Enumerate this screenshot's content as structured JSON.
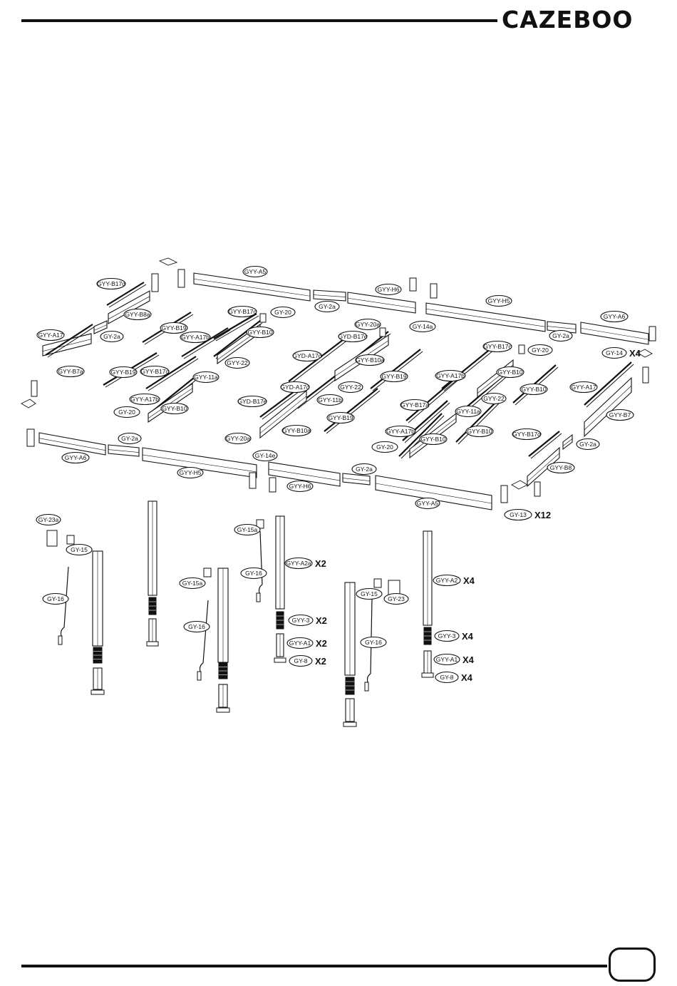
{
  "brand": "CAZEBOO",
  "page_number": "",
  "labels": {
    "GYY-B17d": "GYY-B17d",
    "GYY-A5": "GYY-A5",
    "GY-2a_top": "GY-2a",
    "GYY-H6_top": "GYY-H6",
    "GYY-H5_top": "GYY-H5",
    "GYY-A6_top": "GYY-A6",
    "GY-14a": "GY-14a",
    "GYY-B8a": "GYY-B8a",
    "GY-2a_left": "GY-2a",
    "GYY-B17c_a": "GYY-B17c",
    "GY-20_a": "GY-20",
    "GYY-B19_a": "GYY-B19",
    "GYY-A17b_a": "GYY-A17b",
    "GYY-B10_a": "GYY-B10",
    "GYY-A17_left": "GYY-A17",
    "GY-2a_r2": "GY-2a",
    "GY-20_r": "GY-20",
    "GY-14": "GY-14",
    "GYY-20a": "GYY-20a",
    "GYD-B17e": "GYD-B17e",
    "GYD-A17d_a": "GYD-A17d",
    "GYY-B10a_a": "GYY-B10a",
    "GYY-B17c_r": "GYY-B17c",
    "GYY-B7a": "GYY-B7a",
    "GYY-B19_b": "GYY-B19",
    "GYY-B17c_b": "GYY-B17c",
    "GYY-11a_a": "GYY-11a",
    "GYY-22_a": "GYY-22",
    "GYY-B19_c": "GYY-B19",
    "GYY-A17b_r": "GYY-A17b",
    "GYY-B10_r": "GYY-B10",
    "GYY-A17_right": "GYY-A17",
    "GYY-A17b_b": "GYY-A17b",
    "GYY-B10_b": "GYY-B10",
    "GYD-B17e_b": "GYD-B17e",
    "GYD-A17d_b": "GYD-A17d",
    "GYY-11b": "GYY-11b",
    "GYY-22_b": "GYY-22",
    "GYY-22_c": "GYY-22",
    "GYY-B10_c": "GYY-B10",
    "GY-20_b": "GY-20",
    "GYY-B19_d": "GYY-B19",
    "GYY-B17a": "GYY-B17a",
    "GYY-11a_b": "GYY-11a",
    "GYY-B7": "GYY-B7",
    "GYY-B10a_b": "GYY-B10a",
    "GYY-A17b_c": "GYY-A17b",
    "GYY-B10_d": "GYY-B10",
    "GYY-B10_e": "GYY-B10",
    "GYY-B17d_b": "GYY-B17d",
    "GY-2a_bl": "GY-2a",
    "GYY-20a_b": "GYY-20a",
    "GY-20_c": "GY-20",
    "GY-2a_br": "GY-2a",
    "GYY-A6_b": "GYY-A6",
    "GY-14e": "GY-14e",
    "GYY-B8": "GYY-B8",
    "GYY-H5_b": "GYY-H5",
    "GY-2a_mid": "GY-2a",
    "GYY-H6_b": "GYY-H6",
    "GYY-A5_b": "GYY-A5",
    "GY-13": "GY-13",
    "GY-23a": "GY-23a",
    "GY-15_a": "GY-15",
    "GY-16_a": "GY-16",
    "GY-15a_a": "GY-15a",
    "GY-16_b": "GY-16",
    "GY-15a_b": "GY-15a",
    "GY-16_c": "GY-16",
    "GYY-A2a": "GYY-A2a",
    "GYY-3_a": "GYY-3",
    "GYY-A1_a": "GYY-A1",
    "GY-8_a": "GY-8",
    "GY-15_b": "GY-15",
    "GY-23": "GY-23",
    "GY-16_d": "GY-16",
    "GYY-A2": "GYY-A2",
    "GYY-3_b": "GYY-3",
    "GYY-A1_b": "GYY-A1",
    "GY-8_b": "GY-8"
  },
  "quantities": {
    "GY-14": "X4",
    "GY-13": "X12",
    "GYY-A2a": "X2",
    "GYY-3_a": "X2",
    "GYY-A1_a": "X2",
    "GY-8_a": "X2",
    "GYY-A2": "X4",
    "GYY-3_b": "X4",
    "GYY-A1_b": "X4",
    "GY-8_b": "X4"
  }
}
